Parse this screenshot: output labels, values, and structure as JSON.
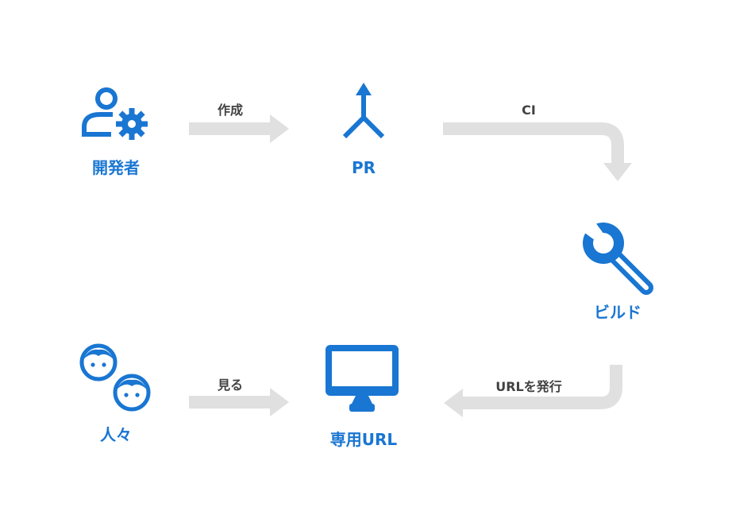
{
  "colors": {
    "accent": "#1976D2",
    "arrow": "#E0E0E0",
    "edge_text": "#424242"
  },
  "nodes": {
    "developer": {
      "label": "開発者",
      "icon": "developer-settings-icon"
    },
    "pr": {
      "label": "PR",
      "icon": "merge-icon"
    },
    "build": {
      "label": "ビルド",
      "icon": "wrench-icon"
    },
    "url": {
      "label": "専用URL",
      "icon": "monitor-icon"
    },
    "people": {
      "label": "人々",
      "icon": "people-faces-icon"
    }
  },
  "edges": {
    "create": {
      "label": "作成",
      "from": "developer",
      "to": "pr"
    },
    "ci": {
      "label": "CI",
      "from": "pr",
      "to": "build"
    },
    "issue_url": {
      "label": "URLを発行",
      "from": "build",
      "to": "url"
    },
    "view": {
      "label": "見る",
      "from": "people",
      "to": "url"
    }
  }
}
